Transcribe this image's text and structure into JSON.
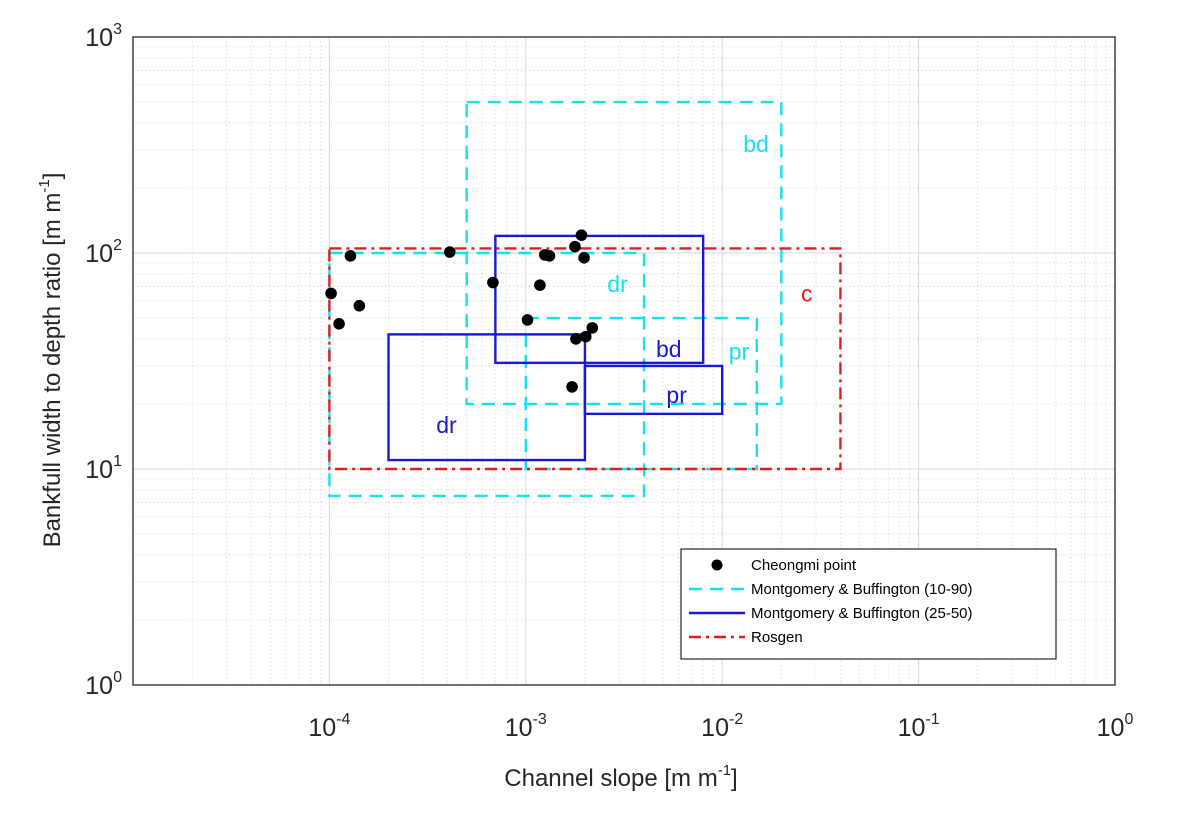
{
  "chart_data": {
    "type": "scatter",
    "xscale": "log",
    "yscale": "log",
    "xlim": [
      1e-05,
      1
    ],
    "ylim": [
      1,
      1000
    ],
    "grid": true,
    "minor_grid": true,
    "xlabel": {
      "text": "Channel slope [m m",
      "sup": "-1",
      "suffix": "]"
    },
    "ylabel": {
      "text": "Bankfull width to depth ratio [m m",
      "sup": "-1",
      "suffix": "]"
    },
    "x_ticks": [
      {
        "value": 0.0001,
        "base": "10",
        "exp": "-4"
      },
      {
        "value": 0.001,
        "base": "10",
        "exp": "-3"
      },
      {
        "value": 0.01,
        "base": "10",
        "exp": "-2"
      },
      {
        "value": 0.1,
        "base": "10",
        "exp": "-1"
      },
      {
        "value": 1,
        "base": "10",
        "exp": "0"
      }
    ],
    "y_ticks": [
      {
        "value": 1,
        "base": "10",
        "exp": "0"
      },
      {
        "value": 10,
        "base": "10",
        "exp": "1"
      },
      {
        "value": 100,
        "base": "10",
        "exp": "2"
      },
      {
        "value": 1000,
        "base": "10",
        "exp": "3"
      }
    ],
    "points": {
      "name": "Cheongmi point",
      "color": "#000000",
      "xy": [
        [
          0.000102,
          65
        ],
        [
          0.000112,
          47
        ],
        [
          0.000128,
          97
        ],
        [
          0.000142,
          57
        ],
        [
          0.00041,
          101
        ],
        [
          0.00068,
          73
        ],
        [
          0.00102,
          49
        ],
        [
          0.00118,
          71
        ],
        [
          0.00125,
          98
        ],
        [
          0.00132,
          97
        ],
        [
          0.00172,
          24
        ],
        [
          0.00178,
          107
        ],
        [
          0.0018,
          40
        ],
        [
          0.00192,
          121
        ],
        [
          0.00198,
          95
        ],
        [
          0.00202,
          41
        ],
        [
          0.00218,
          45
        ]
      ]
    },
    "boxes": [
      {
        "group": "mb1090",
        "label": "bd",
        "xmin": 0.0005,
        "xmax": 0.02,
        "ymin": 20,
        "ymax": 500,
        "label_x": 0.0128,
        "label_y": 320
      },
      {
        "group": "mb1090",
        "label": "dr",
        "xmin": 0.0001,
        "xmax": 0.004,
        "ymin": 7.5,
        "ymax": 100,
        "label_x": 0.0026,
        "label_y": 72
      },
      {
        "group": "mb1090",
        "label": "pr",
        "xmin": 0.001,
        "xmax": 0.015,
        "ymin": 10,
        "ymax": 50,
        "label_x": 0.0108,
        "label_y": 35
      },
      {
        "group": "mb2550",
        "label": "bd",
        "xmin": 0.0007,
        "xmax": 0.008,
        "ymin": 31,
        "ymax": 120,
        "label_x": 0.0046,
        "label_y": 36
      },
      {
        "group": "mb2550",
        "label": "dr",
        "xmin": 0.0002,
        "xmax": 0.002,
        "ymin": 11,
        "ymax": 42,
        "label_x": 0.00035,
        "label_y": 16
      },
      {
        "group": "mb2550",
        "label": "pr",
        "xmin": 0.002,
        "xmax": 0.01,
        "ymin": 18,
        "ymax": 30,
        "label_x": 0.0052,
        "label_y": 22
      },
      {
        "group": "rosgen",
        "label": "c",
        "xmin": 0.0001,
        "xmax": 0.04,
        "ymin": 10,
        "ymax": 105,
        "label_x": 0.0252,
        "label_y": 65
      }
    ],
    "styles": {
      "mb1090": {
        "color": "#18e1ee",
        "dash": "13 8"
      },
      "mb2550": {
        "color": "#1a1ad6",
        "dash": ""
      },
      "rosgen": {
        "color": "#e21d1d",
        "dash": "12 5 3 5"
      }
    },
    "legend": {
      "placement": "bottom-right",
      "entries": [
        {
          "label": "Cheongmi point",
          "marker": "dot",
          "color": "#000000"
        },
        {
          "label": "Montgomery & Buffington (10-90)",
          "marker": "line",
          "color": "#18e1ee",
          "dash": "13 8"
        },
        {
          "label": "Montgomery & Buffington (25-50)",
          "marker": "line",
          "color": "#1a1ad6",
          "dash": ""
        },
        {
          "label": "Rosgen",
          "marker": "line",
          "color": "#e21d1d",
          "dash": "12 5 3 5"
        }
      ]
    }
  }
}
